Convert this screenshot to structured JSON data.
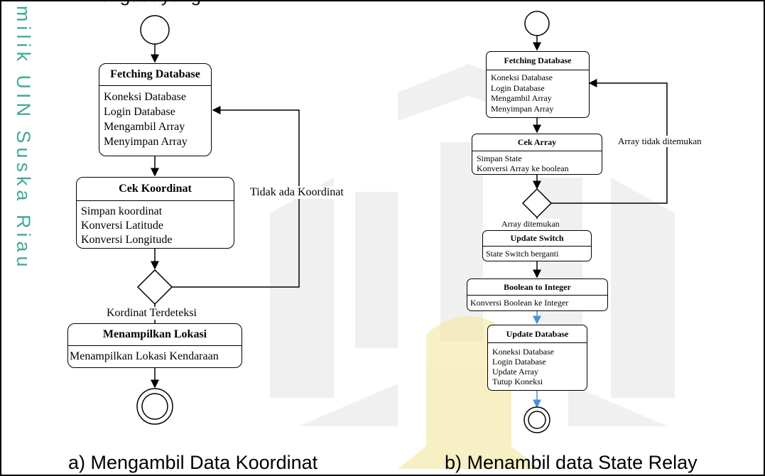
{
  "page": {
    "top_text": "engat ayang",
    "side_watermark": "milik UIN Suska Riau"
  },
  "diagram_a": {
    "caption": "a)  Mengambil Data Koordinat",
    "boxes": [
      {
        "title": "Fetching Database",
        "lines": [
          "Koneksi Database",
          "Login Database",
          "Mengambil Array",
          "Menyimpan Array"
        ]
      },
      {
        "title": "Cek Koordinat",
        "lines": [
          "Simpan koordinat",
          "Konversi Latitude",
          "Konversi Longitude"
        ]
      },
      {
        "title": "Menampilkan Lokasi",
        "lines": [
          "Menampilkan Lokasi Kendaraan"
        ]
      }
    ],
    "loop_label": "Tidak ada Koordinat",
    "exit_label": "Kordinat Terdeteksi"
  },
  "diagram_b": {
    "caption": "b)    Menambil data State Relay",
    "boxes": [
      {
        "title": "Fetching Database",
        "lines": [
          "Koneksi Database",
          "Login Database",
          "Mengambil Array",
          "Menyimpan Array"
        ]
      },
      {
        "title": "Cek Array",
        "lines": [
          "Simpan State",
          "Konversi Array ke boolean"
        ]
      },
      {
        "title": "Update Switch",
        "lines": [
          "State Switch berganti"
        ]
      },
      {
        "title": "Boolean to Integer",
        "lines": [
          "Konversi Boolean ke Integer"
        ]
      },
      {
        "title": "Update Database",
        "lines": [
          "Koneksi Database",
          "Login Database",
          "Update Array",
          "Tutup Koneksi"
        ]
      }
    ],
    "loop_label": "Array tidak ditemukan",
    "exit_label": "Array ditemukan"
  },
  "colors": {
    "watermark": "#1d9c84",
    "watermark_gray": "#c9c9c9",
    "watermark_yellow": "#f3e7a0",
    "connector_blue": "#4a90d9"
  }
}
